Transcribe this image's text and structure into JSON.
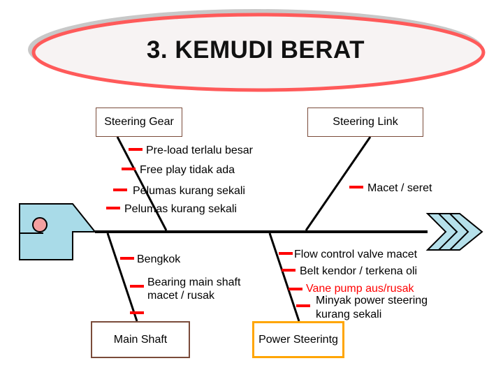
{
  "title": "3. KEMUDI BERAT",
  "colors": {
    "spine": "#000000",
    "tick": "#ff0000",
    "head_fill": "#a9dbe8",
    "eye": "#f4a0a0",
    "title_fill": "#f7f3f3",
    "title_border": "#ff5a5a",
    "tail_fill": "#b5e0ea",
    "power_border": "#ffa500"
  },
  "categories": {
    "steering_gear": "Steering Gear",
    "steering_link": "Steering Link",
    "main_shaft": "Main Shaft",
    "power_steering": "Power Steerintg"
  },
  "causes": {
    "steering_gear": [
      "Pre-load terlalu besar",
      "Free play tidak ada",
      "Pelumas kurang sekali",
      "Pelumas kurang sekali"
    ],
    "steering_link": [
      "Macet / seret"
    ],
    "main_shaft": [
      "Bengkok",
      "Bearing main shaft",
      "macet / rusak"
    ],
    "power_steering": [
      "Flow control valve macet",
      "Belt kendor / terkena oli",
      "Vane pump aus/rusak",
      "Minyak power steering",
      "kurang sekali"
    ]
  }
}
